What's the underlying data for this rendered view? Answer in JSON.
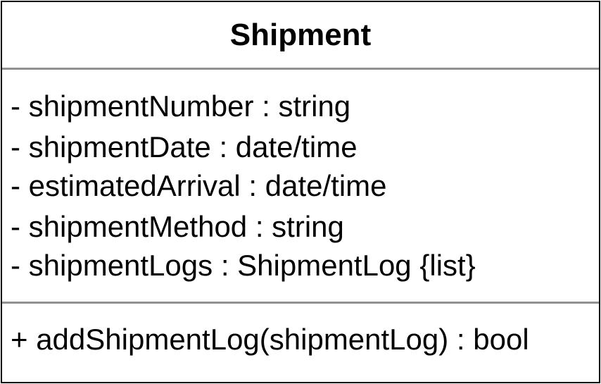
{
  "class": {
    "name": "Shipment",
    "attributes": [
      "- shipmentNumber : string",
      "- shipmentDate : date/time",
      "- estimatedArrival : date/time",
      "- shipmentMethod : string",
      "- shipmentLogs : ShipmentLog {list}"
    ],
    "operations": [
      "+ addShipmentLog(shipmentLog) : bool"
    ]
  },
  "colors": {
    "border": "#000000",
    "divider": "#909090",
    "background": "#ffffff"
  }
}
